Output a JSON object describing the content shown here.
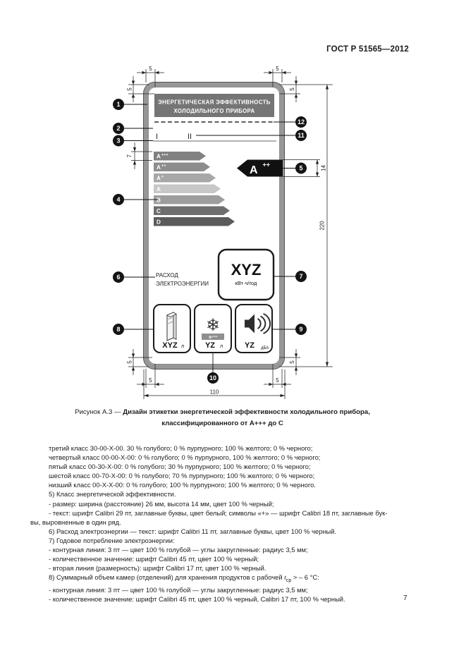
{
  "page": {
    "header_title": "ГОСТ Р 51565—2012",
    "page_number": "7"
  },
  "figure": {
    "label_title_line1": "ЭНЕРГЕТИЧЕСКАЯ ЭФФЕКТИВНОСТЬ",
    "label_title_line2": "ХОЛОДИЛЬНОГО ПРИБОРА",
    "field_numeral_1": "I",
    "field_numeral_2": "II",
    "energy_classes": [
      {
        "letter": "A",
        "sup": "+++",
        "color": "#818181"
      },
      {
        "letter": "A",
        "sup": "++",
        "color": "#8d8d8d"
      },
      {
        "letter": "A",
        "sup": "+",
        "color": "#a7a7a7"
      },
      {
        "letter": "A",
        "sup": "",
        "color": "#c7c7c7"
      },
      {
        "letter": "B",
        "sup": "",
        "color": "#9d9d9d"
      },
      {
        "letter": "C",
        "sup": "",
        "color": "#6e6e6e"
      },
      {
        "letter": "D",
        "sup": "",
        "color": "#5b5b5b"
      }
    ],
    "class_pointer": {
      "letter": "A",
      "sup": "++",
      "color": "#111111"
    },
    "consumption_label_line1": "РАСХОД",
    "consumption_label_line2": "ЭЛЕКТРОЭНЕРГИИ",
    "consumption_value": "XYZ",
    "consumption_unit": "кВт·ч/год",
    "fridge_volume_value": "XYZ",
    "fridge_volume_unit": "л",
    "snowflake_icon": "❄",
    "freezer_badge": "❄***",
    "freezer_volume_value": "YZ",
    "freezer_volume_unit": "л",
    "noise_value": "YZ",
    "noise_unit": "дБА",
    "callouts": [
      "1",
      "2",
      "3",
      "4",
      "5",
      "6",
      "7",
      "8",
      "9",
      "10",
      "11",
      "12"
    ],
    "dims": {
      "margin": "5",
      "arrow_height": "7",
      "pointer_height": "14",
      "label_width": "110",
      "label_height": "220"
    }
  },
  "caption": {
    "prefix": "Рисунок А.3 — ",
    "line1": "Дизайн этикетки энергетической эффективности холодильного прибора,",
    "line2": "классифицированного от А+++ до С"
  },
  "body": {
    "lines": [
      "третий класс 30-00-Х-00. 30 % голубого; 0 % пурпурного; 100 % желтого; 0 % черного;",
      "четвертый класс 00-00-Х-00: 0 % голубого; 0 % пурпурного, 100 % желтого; 0 % черного;",
      "пятый класс 00-30-Х-00: 0 % голубого; 30 % пурпурного; 100 % желтого; 0 % черного;",
      "шестой класс 00-70-Х-00: 0 % голубого; 70 % пурпурного; 100 % желтого; 0 % черного;",
      "низший класс 00-Х-Х-00: 0 % голубого; 100 % пурпурного; 100 % желтого; 0 % черного.",
      "5)  Класс энергетической эффективности.",
      "- размер: ширина (расстояние) 26 мм, высота 14 мм, цвет 100 % черный;",
      "- текст: шрифт Calibri 29 пт, заглавные буквы, цвет белый; символы «+» — шрифт Calibri 18 пт, заглавные бук-",
      "вы, выровненные в один ряд.",
      "6)  Расход электроэнергии —  текст: шрифт Calibri 11 пт, заглавные буквы, цвет 100 % черный.",
      "7)  Годовое потребление электроэнергии:",
      "- контурная линия: 3 пт —  цвет 100 % голубой —  углы закругленные: радиус 3,5 мм;",
      "- количественное значение: шрифт Calibri 45 пт, цвет 100 % черный;",
      "- вторая линия (размерность): шрифт Calibri 17 пт, цвет 100 % черный.",
      "- контурная линия: 3 пт —  цвет 100 % голубой —  углы закругленные: радиус 3,5 мм;",
      "- количественное значение: шрифт Calibri 45 пт, цвет 100 % черный, Calibri 17 пт, 100 % черный."
    ],
    "volume_line": {
      "pre": "8)  Суммарный объем камер (отделений) для хранения продуктов с рабочей ",
      "var": "t",
      "sub": "ср",
      "post": " > – 6 °С:"
    }
  }
}
